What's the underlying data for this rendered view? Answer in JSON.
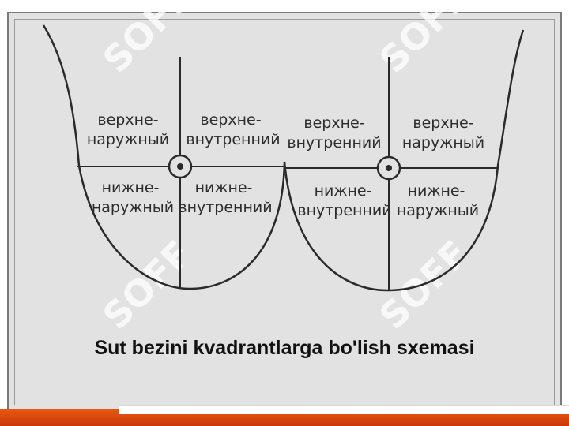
{
  "caption": "Sut bezini kvadrantlarga bo'lish sxemasi",
  "watermark": "SOFF",
  "left_breast": {
    "upper_outer": [
      "верхне-",
      "наружный"
    ],
    "upper_inner": [
      "верхне-",
      "внутренний"
    ],
    "lower_outer": [
      "нижне-",
      "наружный"
    ],
    "lower_inner": [
      "нижне-",
      "внутренний"
    ]
  },
  "right_breast": {
    "upper_inner": [
      "верхне-",
      "внутренний"
    ],
    "upper_outer": [
      "верхне-",
      "наружный"
    ],
    "lower_inner": [
      "нижне-",
      "внутренний"
    ],
    "lower_outer": [
      "нижне-",
      "наружный"
    ]
  },
  "colors": {
    "slide_background": "#e2e2e2",
    "line": "#2a2a2a",
    "watermark": "#ffffff",
    "bottom_bar": "#d84a10"
  }
}
